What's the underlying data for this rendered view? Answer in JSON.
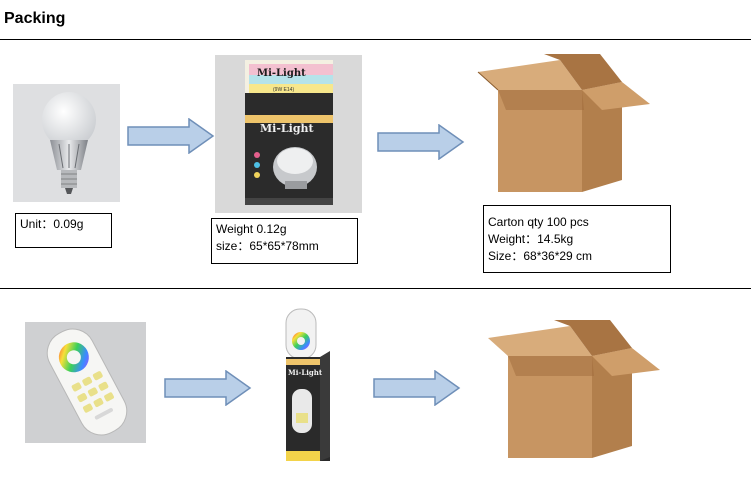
{
  "section": {
    "title": "Packing"
  },
  "row1": {
    "unit_label": "Unit：0.09g",
    "box_label": {
      "line1": "Weight 0.12g",
      "line2": "size：65*65*78mm"
    },
    "carton_label": {
      "line1": "Carton qty 100 pcs",
      "line2": "Weight：14.5kg",
      "line3": "Size：68*36*29 cm"
    },
    "package_brand": "Mi-Light"
  },
  "row2": {
    "package_brand": "Mi-Light"
  },
  "colors": {
    "arrow_fill": "#b9cfe8",
    "arrow_stroke": "#6f8fb8",
    "carton": "#c89a68"
  }
}
